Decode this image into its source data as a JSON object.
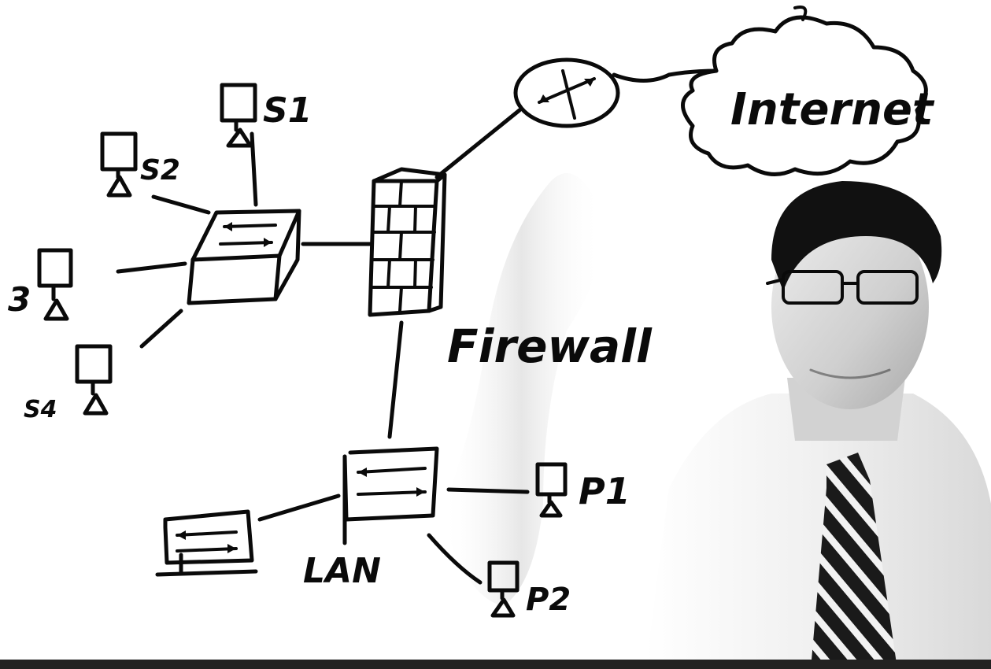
{
  "labels": {
    "internet": "Internet",
    "firewall": "Firewall",
    "lan": "LAN",
    "p1": "P1",
    "p2": "P2",
    "s1": "S1",
    "s2": "S2",
    "s3": "3",
    "s4": "S4"
  },
  "colors": {
    "ink": "#0a0a0a",
    "background": "#ffffff",
    "skin": "#d8d8d8",
    "hair": "#111111",
    "tie_dark": "#1a1a1a",
    "tie_light": "#f2f2f2",
    "bottom_bar": "#222222"
  }
}
